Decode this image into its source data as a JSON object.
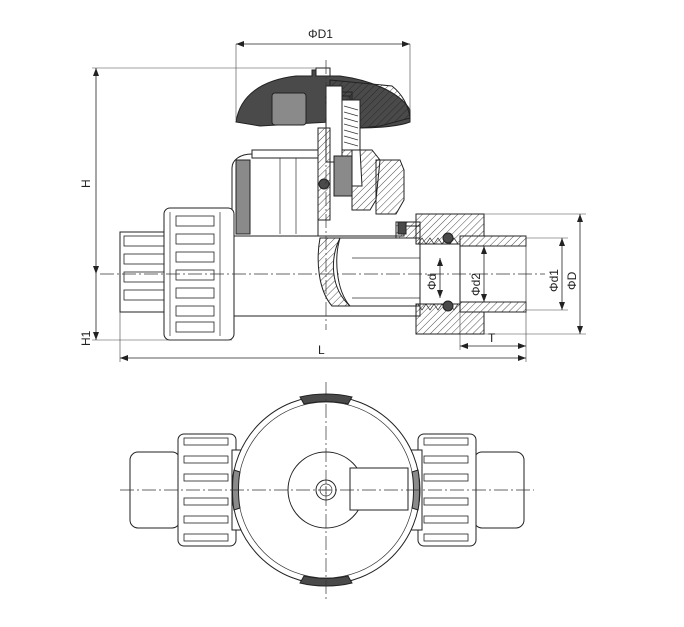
{
  "dimensions": {
    "phi_d1_top": "ΦD1",
    "h": "H",
    "h1": "H1",
    "l": "L",
    "t": "T",
    "phi_d": "Φd",
    "phi_d2": "Φd2",
    "phi_d1_side": "Φd1",
    "phi_big_d": "ΦD"
  }
}
